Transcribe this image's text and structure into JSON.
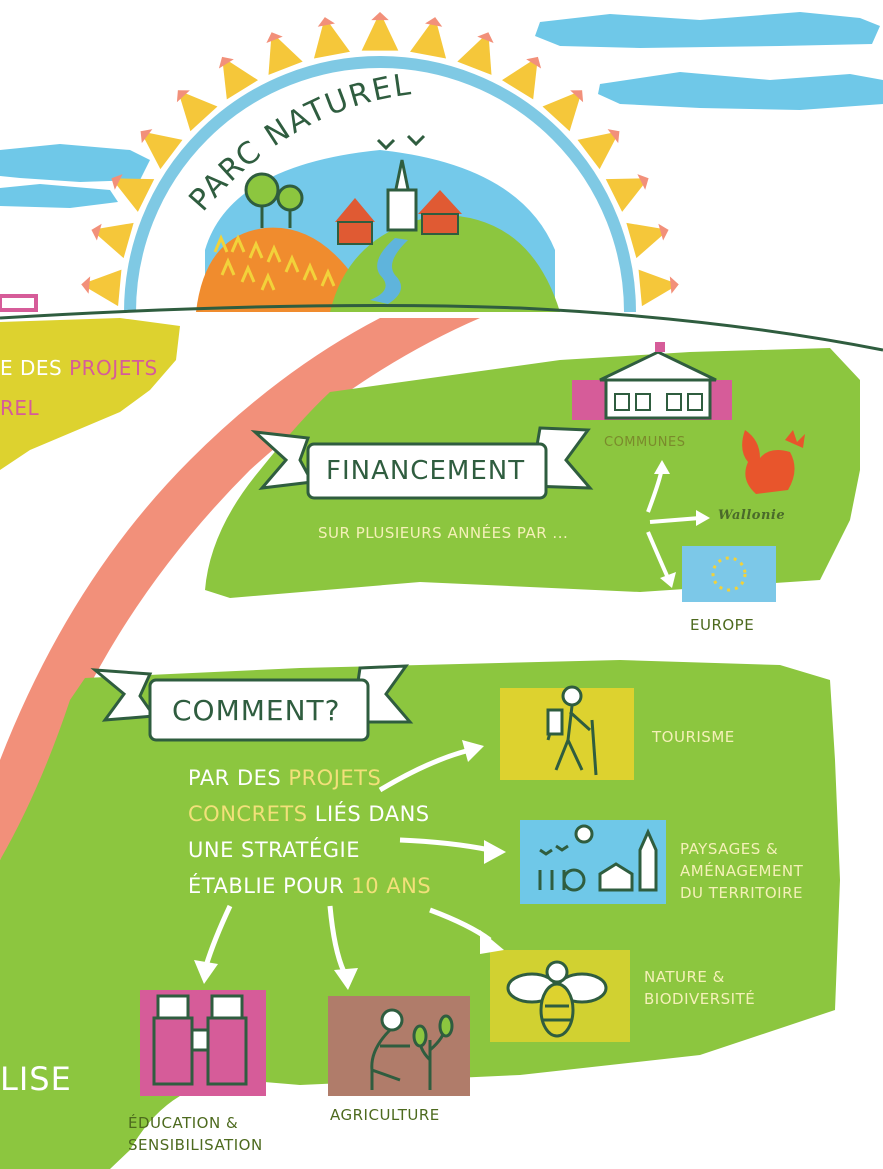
{
  "title": "PARC NATUREL",
  "left_fragment": {
    "line1_white": "E DES ",
    "line1_pink": "PROJETS",
    "line2": "REL"
  },
  "bottom_left_fragment": "LISE",
  "financement": {
    "banner": "FINANCEMENT",
    "subtitle": "SUR PLUSIEURS ANNÉES PAR ...",
    "funders": [
      "COMMUNES",
      "Wallonie",
      "EUROPE"
    ]
  },
  "comment": {
    "banner": "COMMENT?",
    "text": {
      "l1a": "PAR DES ",
      "l1b": "PROJETS",
      "l2a": "CONCRETS",
      "l2b": " LIÉS DANS",
      "l3": "UNE STRATÉGIE",
      "l4a": "ÉTABLIE POUR ",
      "l4b": "10 ANS"
    },
    "themes": {
      "tourisme": "TOURISME",
      "paysages_1": "PAYSAGES &",
      "paysages_2": "AMÉNAGEMENT",
      "paysages_3": "DU TERRITOIRE",
      "nature_1": "NATURE &",
      "nature_2": "BIODIVERSITÉ",
      "agriculture": "AGRICULTURE",
      "education_1": "ÉDUCATION &",
      "education_2": "SENSIBILISATION"
    }
  },
  "colors": {
    "green": "#8cc63f",
    "yellow": "#ddd22f",
    "salmon": "#f2907a",
    "sky": "#6fc8e8",
    "orange": "#f08c2e",
    "pink": "#d65c99",
    "brown": "#b07c6a",
    "dark_green": "#2f5d3f"
  }
}
